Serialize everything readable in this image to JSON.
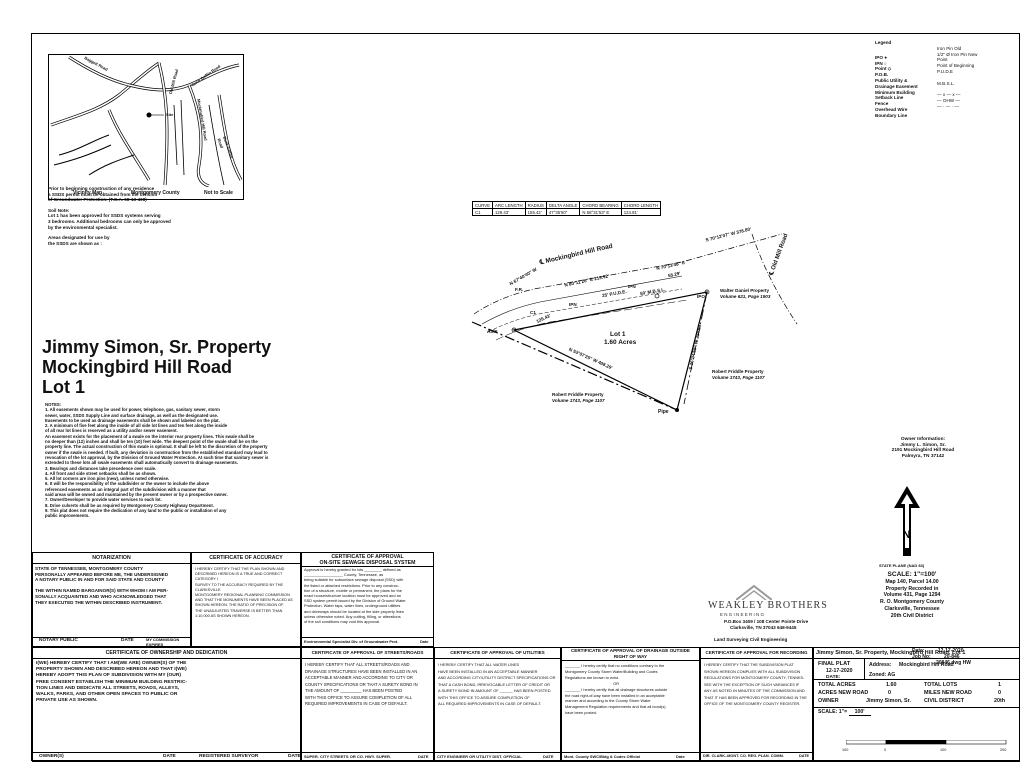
{
  "vicinity": {
    "roads": [
      "Baggett Road",
      "Old Mill Road",
      "Buck Griffin Road",
      "Mockingbird Hill Road",
      "Buck Griffin Road"
    ],
    "site_label": "Site",
    "caption_left": "Vicinity Map",
    "caption_mid": "Montgomery County",
    "caption_right": "Not to Scale"
  },
  "ssds_note": [
    "Prior to beginning construction of any residence",
    "a SSDS permit must be obtained from the division",
    "of Groundwater Protection. (T.C.A. 68-13-408)"
  ],
  "soil_note": [
    "Soil Note:",
    "Lot 1 has been approved for SSDS systems serving",
    "3 bedrooms. Additional bedrooms can only be approved",
    "by the environmental specialist."
  ],
  "areas_note": [
    "Areas designated for use by",
    "the SSDS are shown as :"
  ],
  "title": {
    "line1": "Jimmy Simon, Sr. Property",
    "line2": "Mockingbird Hill Road",
    "line3": "Lot 1"
  },
  "notes": {
    "heading": "NOTES:",
    "items": [
      "1.  All easements shown may be used for power, telephone, gas, sanitary sewer, storm",
      "sewer, water, SSDS Supply Line and surface drainage, as well as the designated use.",
      "Easements to be used as drainage easements shall be shown and labeled on the plat.",
      "2.  A minimum of five feet along the inside of all side lot lines and ten feet along the inside",
      "of all rear lot lines is reserved as a utility and/or sewer easement.",
      "    An easement exists for the placement of a swale on the interior rear property lines. This swale shall be",
      "    no deeper than (12) inches and shall be ten (10) feet wide. The deepest point of the swale shall be on the",
      "    property line. The actual construction of this swale is optional. It shall be left to the discretion of the property",
      "    owner if the swale is needed. If built, any deviation in construction from the established standard may lead to",
      "    revocation of the lot approval, by the Division of Ground Water Protection. At such time that sanitary sewer is",
      "    extended to these lots all swale easements shall automatically convert to drainage easements.",
      "3.  Bearings and distances take precedence over scale.",
      "4.  All front and side street setbacks shall be as shown.",
      "5.  All lot corners are iron pins (new), unless noted otherwise.",
      "6.  It will be the responsibility of the subdivider or the owner to include the above",
      "referenced easements as an integral part of the subdivision with a manner that",
      "said areas will be owned and maintained by the present owner or by a prospective owner.",
      "7.  Owner/Developer to provide water services to each lot.",
      "8.  Drive culverts shall be as required by Montgomery County Highway Department.",
      "9.  This plat does not require the dedication of any land to the public or installation of any",
      "public improvements."
    ]
  },
  "legend": {
    "heading": "Legend",
    "rows": [
      {
        "label": "IPO ●",
        "value": "Iron Pin Old"
      },
      {
        "label": "IPN ○",
        "value": "1/2\" Ø Iron Pin New"
      },
      {
        "label": "Point ◇",
        "value": "Point"
      },
      {
        "label": "P.O.B.",
        "value": "Point of Beginning"
      },
      {
        "label": "Public Utility &",
        "value": "P.U.D.E"
      },
      {
        "label": "Drainage Easement",
        "value": ""
      },
      {
        "label": "Minimum Building",
        "value": "M.B.S.L."
      },
      {
        "label": "Setback Line",
        "value": ""
      },
      {
        "label": "Fence",
        "value": "— x — x —"
      },
      {
        "label": "Overhead Wire",
        "value": "— OHW —"
      },
      {
        "label": "Boundary Line",
        "value": "— · — · —"
      }
    ]
  },
  "curve_table": {
    "headers": [
      "CURVE",
      "ARC LENGTH",
      "RADIUS",
      "DELTA ANGLE",
      "CHORD BEARING",
      "CHORD LENGTH"
    ],
    "rows": [
      [
        "C1",
        "129.43'",
        "155.42'",
        "47°35'50\"",
        "N 58°31'53\" E",
        "124.81'"
      ]
    ]
  },
  "plan": {
    "road_name": "℄ Mockingbird Hill Road",
    "road_name2": "℄ Old Mill Road",
    "b1": "S 70°12'07\" W 378.80'",
    "b2": "N 70°13'48\" E",
    "b3": "55.29'",
    "b4": "N 80°11'26\" E 219.92'",
    "b5": "N 67°40'40\" W",
    "b6": "N 53°07'25\" W 408.29'",
    "b7": "S 36°04'59\" W 234.68'",
    "b8": "C1",
    "b9": "129.43'",
    "fr": "F.R.",
    "mbsl": "50' M.B.S.L.",
    "pude": "25' P.U.D.E.",
    "ipn": "IPN",
    "ipo": "IPO",
    "axle": "Axle",
    "pipe": "Pipe",
    "lot": "Lot 1",
    "acres": "1.60 Acres",
    "adj1_name": "Walter Daniel Property",
    "adj1_ref": "Volume 621, Page 1903",
    "adj2_name": "Robert Friddle Property",
    "adj2_ref": "Volume 1743, Page 1107",
    "adj3_name": "Robert Friddle Property",
    "adj3_ref": "Volume 1743, Page 1107"
  },
  "owner_info": {
    "heading": "Owner Information:",
    "name": "Jimmy L. Simon, Sr.",
    "address": "2191 Mockingbird Hill Road",
    "city": "Palmyra, TN  37142"
  },
  "north": {
    "plane": "STATE PLANE (NAD 83)"
  },
  "scale_block": {
    "scale": "SCALE:  1\"=100'",
    "map": "Map 140, Parcel 14.00",
    "recorded": "Property Recorded in",
    "volume": "Volume 431, Page 1294",
    "office": "R. O. Montgomery County",
    "city": "Clarksville, Tennessee",
    "district": "20th Civil District"
  },
  "firm": {
    "name": "WEAKLEY BROTHERS",
    "sub": "E N G I N E E R I N G",
    "addr1": "P.O.Box 3409 / 108 Center Pointe Drive",
    "addr2": "Clarksville, TN 37043   648-9445",
    "services": "Land Surveying   Civil Engineering"
  },
  "date_block": {
    "date_label": "Date:",
    "date": "12-17-2020",
    "job_label": "Job No:",
    "job": "20-846",
    "dwg": "20846.dwg  HW"
  },
  "notarization": {
    "heading": "NOTARIZATION",
    "text": [
      "STATE OF TENNESSEE, MONTGOMERY COUNTY",
      "PERSONALLY APPEARED BEFORE ME, THE UNDERSIGNED",
      "A NOTARY PUBLIC IN AND FOR SAID STATE AND COUNTY",
      "",
      "THE WITHIN NAMED BARGAINOR(S) WITH WHOM I AM PER-",
      "SONALLY ACQUAINTED AND WHO ACKNOWLEDGED THAT",
      "THEY EXECUTED THE WITHIN DESCRIBED INSTRUMENT."
    ],
    "sig1": "NOTARY PUBLIC",
    "sig2": "DATE",
    "sig3": "MY COMMISSION EXPIRES"
  },
  "accuracy": {
    "heading": "CERTIFICATE OF ACCURACY",
    "text": [
      "I HEREBY CERTIFY THAT THE PLAN SHOWN AND",
      "DESCRIBED HEREON IS A TRUE AND CORRECT CATEGORY I",
      "SURVEY TO THE ACCURACY REQUIRED BY THE CLARKSVILLE",
      "MONTGOMERY REGIONAL PLANNING COMMISSION",
      "AND THAT THE MONUMENTS HAVE BEEN PLACED AS",
      "SHOWN HEREON. THE RATIO OF PRECISION OF",
      "THE UNADJUSTED TRAVERSE IS BETTER THAN",
      "1:10,000 AS SHOWN HEREON."
    ]
  },
  "sewage": {
    "heading1": "CERTIFICATE OF APPROVAL",
    "heading2": "ON-SITE SEWAGE DISPOSAL SYSTEM",
    "text": [
      "Approval is hereby granted for lots ________ defined as",
      "__________________ County, Tennessee, as",
      "being suitable for subsurface sewage disposal (SSD) with",
      "the listed or attached restrictions.  Prior to any construc-",
      "tion of a structure, mobile or permanent, the plans for the",
      "exact house/structure location must be approved and an",
      "SSD system permit issued by the Division of Ground Water",
      "Protection.  Water taps, water lines, underground utilities",
      "and driveways should be located at the side property lines",
      "unless otherwise noted.  Any cutting, filling, or alterations",
      "of the soil conditions may void this approval."
    ],
    "sig1": "Environmental Specialist Div. of Groundwater Prot.",
    "sig2": "Date"
  },
  "ownership": {
    "heading": "CERTIFICATE OF OWNERSHIP AND DEDICATION",
    "text": [
      "I(WE) HEREBY CERTIFY THAT I AM(WE ARE) OWNER(S) OF THE",
      "PROPERTY SHOWN AND DESCRIBED HEREON AND THAT I(WE)",
      "HEREBY ADOPT THIS PLAN OF SUBDIVISION WITH MY (OUR)",
      "FREE CONSENT ESTABLISH THE MINIMUM BUILDING RESTRIC-",
      "TION LINES AND DEDICATE ALL STREETS, ROADS, ALLEYS,",
      "WALKS, PARKS, AND OTHER OPEN SPACES TO PUBLIC OR",
      "PRIVATE USE AS SHOWN."
    ],
    "sig1": "OWNER(S)",
    "sig2": "DATE",
    "sig3": "REGISTERED SURVEYOR",
    "sig4": "DATE"
  },
  "streets": {
    "heading": "CERTIFICATE OF APPROVAL OF STREETS/ROADS",
    "text": [
      "I HEREBY CERTIFY THAT ALL STREETS/ROADS AND",
      "DRAINAGE STRUCTURES HAVE BEEN INSTALLED IN AN",
      "ACCEPTABLE MANNER AND ACCORDING TO CITY OR",
      "COUNTY SPECIFICATIONS OR THAT A SURETY BOND IN",
      "THE AMOUNT OF _________ HAS BEEN POSTED",
      "WITH THIS OFFICE TO ASSURE COMPLETION OF ALL",
      "REQUIRED IMPROVEMENTS IN CASE OF DEFAULT."
    ],
    "sig1": "SUPER. CITY STREETS OR CO. HWY. SUPER.",
    "sig2": "DATE"
  },
  "utilities": {
    "heading": "CERTIFICATE OF APPROVAL OF UTILITIES",
    "text": [
      "I HEREBY CERTIFY THAT ALL WATER LINES",
      "HAVE BEEN INSTALLED IN AN ACCEPTABLE MANNER",
      "AND ACCORDING CITY/UTILITY DISTRICT SPECIFICATIONS OR",
      "THAT A CASH BOND, IRREVOCABLE LETTER OF CREDIT OR",
      "A SURETY BOND IN AMOUNT OF ______ HAS BEEN POSTED",
      "WITH THIS OFFICE TO ASSURE COMPLETION OF",
      "ALL REQUIRED IMPROVEMENTS IN CASE OF DEFAULT."
    ],
    "sig1": "CITY ENGINEER OR UTILITY DIST. OFFICIAL",
    "sig2": "DATE"
  },
  "drainage": {
    "heading1": "CERTIFICATE OF APPROVAL OF DRAINAGE OUTSIDE",
    "heading2": "RIGHT OF WAY",
    "text": [
      "_______ I hereby certify that no conditions contrary to the",
      "Montgomery County Storm Water/Building and Codes",
      "Regulations are known to exist.",
      "OR",
      "_______ I hereby certify that all drainage structures outside",
      "the road right-of-way have been installed in an acceptable",
      "manner and according to the County Storm Water",
      "Management Regulation requirements and that all bond(s)",
      "have been posted."
    ],
    "sig1": "Mont. County SWC/Bldg & Codes Official",
    "sig2": "Date"
  },
  "recording": {
    "heading": "CERTIFICATE OF APPROVAL FOR RECORDING",
    "text": [
      "I HEREBY CERTIFY THAT THE SUBDIVISION PLAT",
      "SHOWN HEREON COMPLIES WITH ALL SUBDIVISION",
      "REGULATIONS FOR MONTGOMERY COUNTY, TENNES-",
      "SEE WITH THE EXCEPTION OF SUCH VARIANCES IF",
      "ANY AS NOTED IN MINUTES OF THE COMMISSION AND",
      "THAT IT HAS BEEN APPROVED FOR RECORDING IN THE",
      "OFFICE OF THE MONTGOMERY COUNTY REGISTER."
    ],
    "sig1": "DIR. CLARK.-MONT. CO. REG. PLAN. COMM.",
    "sig2": "DATE"
  },
  "titleblock": {
    "title": "Jimmy Simon, Sr. Property, Mockingbird Hill Road, Lot 1",
    "final_plat": "FINAL PLAT",
    "plat_date": "12-17-2020",
    "date_label": "DATE:",
    "address_label": "Address:",
    "address": "Mockingbird Hill Road",
    "zoned": "Zoned: AG",
    "total_acres_label": "TOTAL ACRES",
    "total_acres": "1.60",
    "total_lots_label": "TOTAL LOTS",
    "total_lots": "1",
    "acres_new_road_label": "ACRES NEW ROAD",
    "acres_new_road": "0",
    "miles_new_road_label": "MILES NEW ROAD",
    "miles_new_road": "0",
    "owner_label": "OWNER",
    "owner": "Jimmy Simon, Sr.",
    "civil_label": "CIVIL DISTRICT",
    "civil": "20th",
    "scale_label": "SCALE: 1\"=",
    "scale_val": "100'",
    "bar_labels": [
      "100",
      "0",
      "100",
      "200"
    ]
  }
}
